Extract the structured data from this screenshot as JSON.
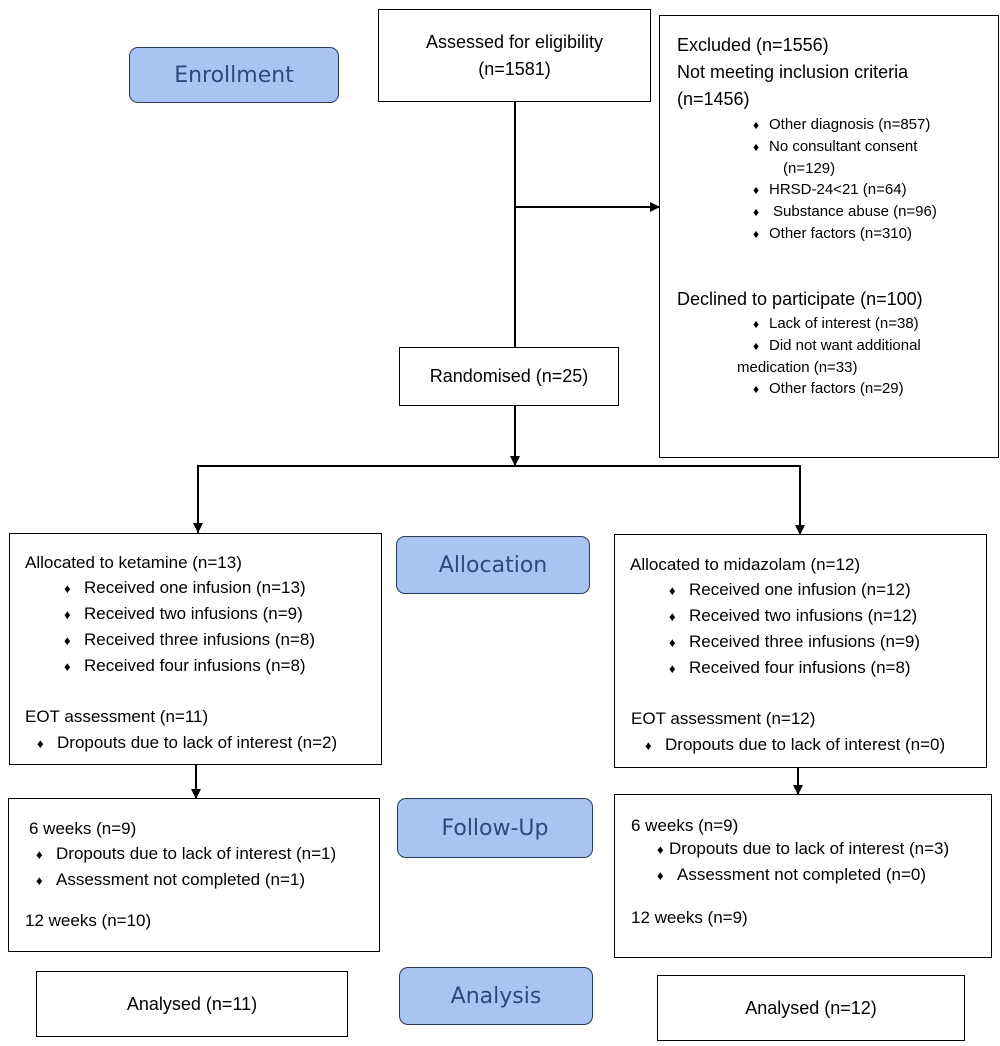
{
  "stages": {
    "enrollment": "Enrollment",
    "allocation": "Allocation",
    "follow_up": "Follow-Up",
    "analysis": "Analysis"
  },
  "assessed": {
    "line1": "Assessed for eligibility",
    "line2": "(n=1581)"
  },
  "excluded": {
    "title": "Excluded (n=1556)",
    "inclusion_title": "Not meeting inclusion criteria",
    "inclusion_count": "(n=1456)",
    "inclusion_items": [
      "Other diagnosis (n=857)",
      "No consultant consent",
      "(n=129)",
      "HRSD-24<21 (n=64)",
      "Substance abuse (n=96)",
      "Other factors (n=310)"
    ],
    "declined_title": "Declined to participate (n=100)",
    "declined_items": [
      "Lack of interest (n=38)",
      "Did not want additional",
      "medication (n=33)",
      "Other factors (n=29)"
    ]
  },
  "randomised": "Randomised (n=25)",
  "ketamine": {
    "title": "Allocated to ketamine (n=13)",
    "items": [
      "Received one infusion (n=13)",
      "Received two infusions (n=9)",
      "Received three infusions (n=8)",
      "Received four infusions (n=8)"
    ],
    "eot": "EOT assessment (n=11)",
    "eot_item": "Dropouts due to lack of interest (n=2)",
    "followup_6": "6 weeks (n=9)",
    "followup_items": [
      "Dropouts due to lack of interest (n=1)",
      "Assessment not completed (n=1)"
    ],
    "followup_12": "12 weeks (n=10)",
    "analysed": "Analysed (n=11)"
  },
  "midazolam": {
    "title": "Allocated to midazolam (n=12)",
    "items": [
      "Received one infusion (n=12)",
      "Received two infusions (n=12)",
      "Received three infusions (n=9)",
      "Received four infusions (n=8)"
    ],
    "eot": "EOT assessment (n=12)",
    "eot_item": "Dropouts due to lack of interest (n=0)",
    "followup_6": "6 weeks (n=9)",
    "followup_items": [
      "Dropouts due to lack of interest (n=3)",
      "Assessment not completed (n=0)"
    ],
    "followup_12": "12 weeks (n=9)",
    "analysed": "Analysed (n=12)"
  },
  "bullet": "♦"
}
